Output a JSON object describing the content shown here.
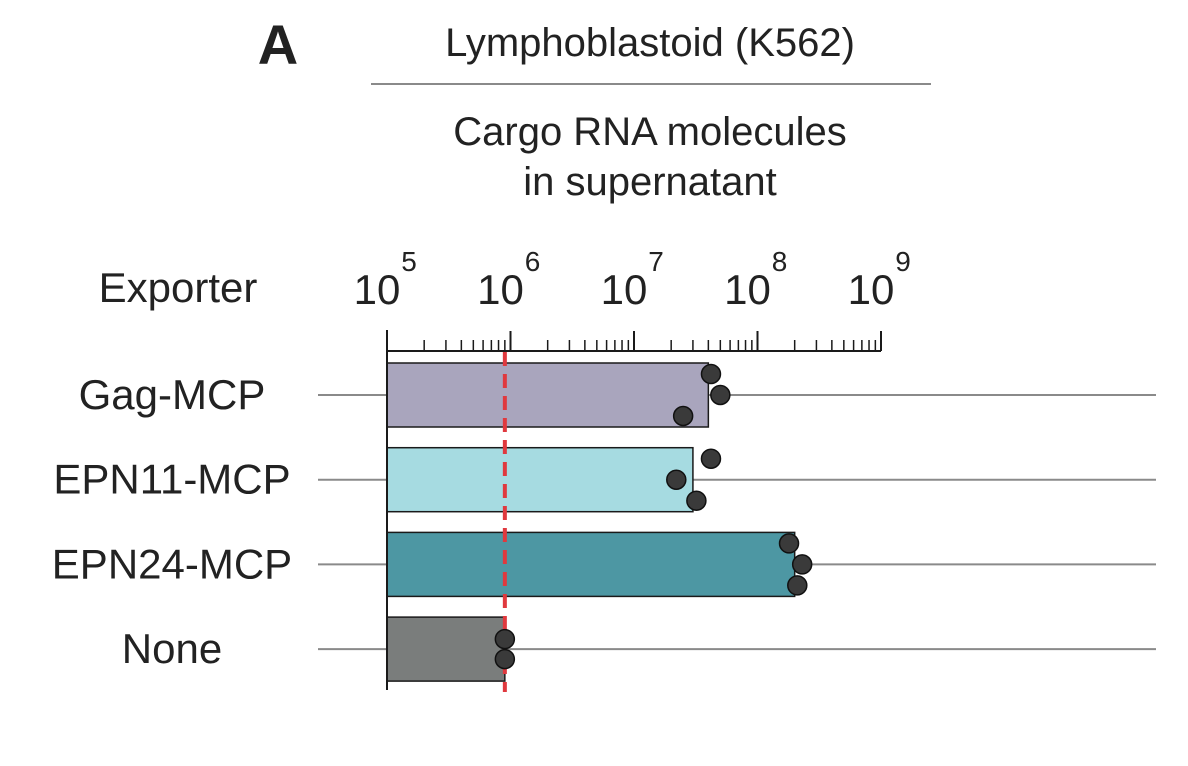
{
  "panel_label": "A",
  "colors": {
    "gag_mcp": "#a9a5bd",
    "epn11_mcp": "#a6dbe1",
    "epn24_mcp": "#4d97a3",
    "none": "#7a7d7c",
    "threshold_line": "#e0393e",
    "points": "#3a3a3a"
  },
  "chart_data": {
    "type": "bar",
    "orientation": "horizontal",
    "title": "Lymphoblastoid (K562)",
    "subtitle_lines": [
      "Cargo RNA molecules",
      "in supernatant"
    ],
    "category_axis_label": "Exporter",
    "x_scale": "log10",
    "xlim": [
      100000,
      1000000000
    ],
    "x_ticks": [
      {
        "base": "10",
        "exp": "5",
        "value": 100000
      },
      {
        "base": "10",
        "exp": "6",
        "value": 1000000
      },
      {
        "base": "10",
        "exp": "7",
        "value": 10000000
      },
      {
        "base": "10",
        "exp": "8",
        "value": 100000000
      },
      {
        "base": "10",
        "exp": "9",
        "value": 1000000000
      }
    ],
    "categories": [
      "Gag-MCP",
      "EPN11-MCP",
      "EPN24-MCP",
      "None"
    ],
    "color_keys": [
      "gag_mcp",
      "epn11_mcp",
      "epn24_mcp",
      "none"
    ],
    "values": [
      40000000,
      30000000,
      200000000,
      900000
    ],
    "points": [
      [
        42000000,
        50000000,
        25000000
      ],
      [
        42000000,
        22000000,
        32000000
      ],
      [
        180000000,
        230000000,
        210000000
      ],
      [
        900000,
        900000
      ]
    ],
    "threshold": 900000,
    "grid": false
  }
}
